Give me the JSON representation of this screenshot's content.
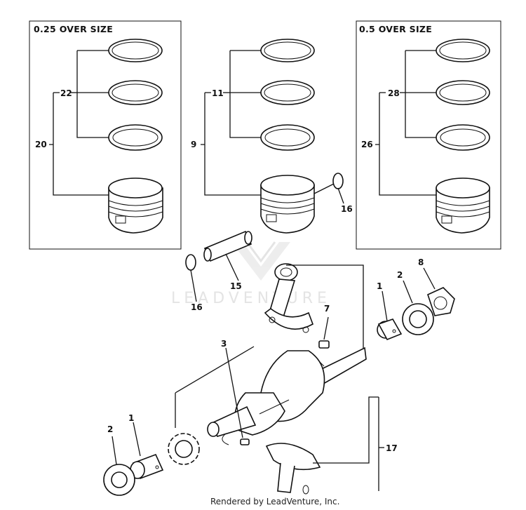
{
  "diagram": {
    "box_titles": {
      "left": "0.25 OVER SIZE",
      "right": "0.5 OVER SIZE"
    },
    "labels": {
      "p22": "22",
      "p20": "20",
      "p11": "11",
      "p9": "9",
      "p16a": "16",
      "p16b": "16",
      "p15": "15",
      "p28": "28",
      "p26": "26",
      "p7": "7",
      "p1a": "1",
      "p2a": "2",
      "p8": "8",
      "p3": "3",
      "p2b": "2",
      "p1b": "1",
      "p17": "17"
    },
    "watermark": "LEADVENTURE",
    "footer": "Rendered by LeadVenture, Inc."
  }
}
